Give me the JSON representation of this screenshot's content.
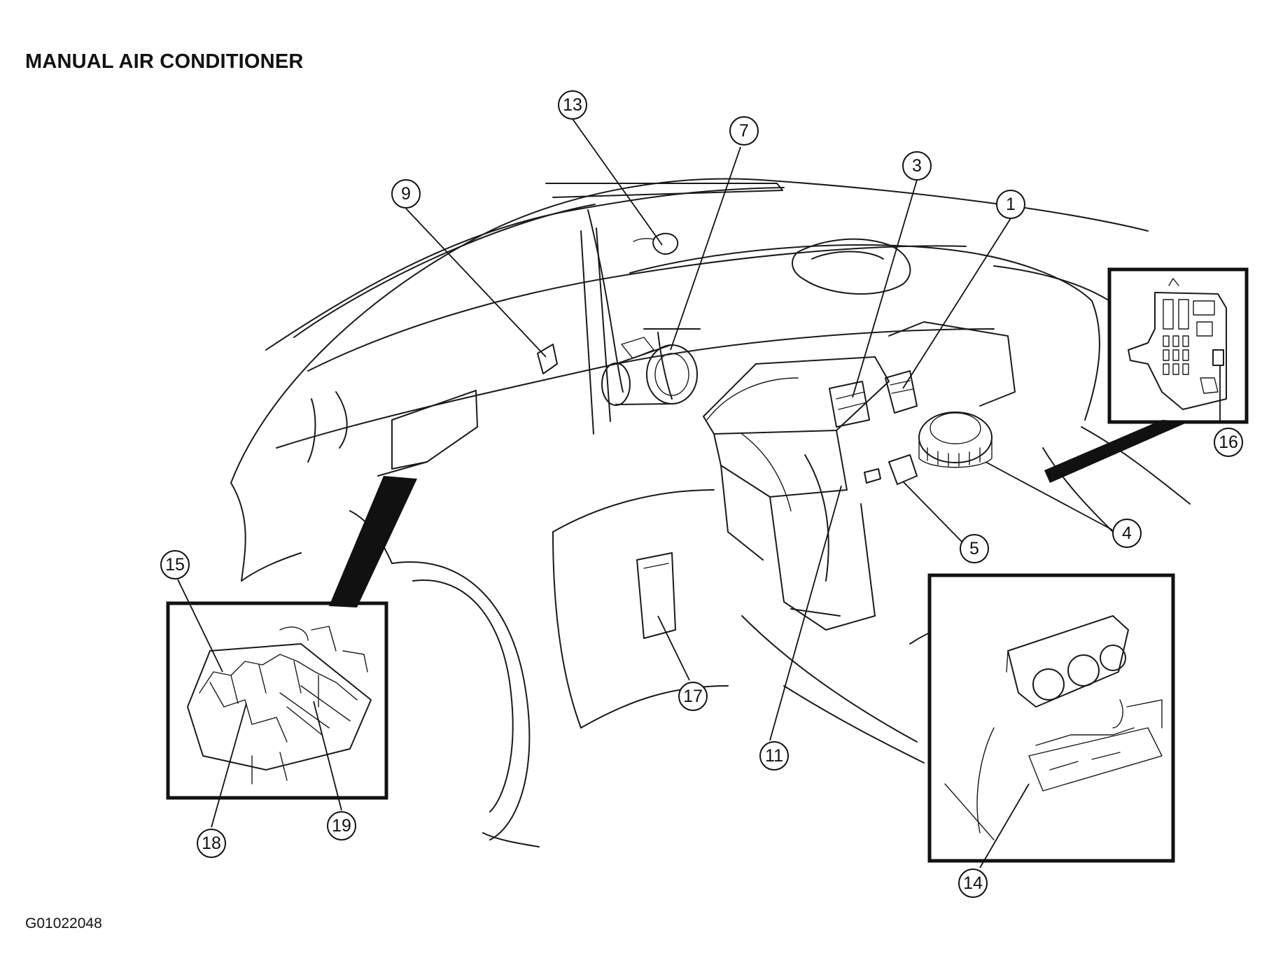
{
  "title": "MANUAL AIR CONDITIONER",
  "figure_id": "G01022048",
  "callouts": [
    {
      "id": "1",
      "label": "1"
    },
    {
      "id": "3",
      "label": "3"
    },
    {
      "id": "4",
      "label": "4"
    },
    {
      "id": "5",
      "label": "5"
    },
    {
      "id": "7",
      "label": "7"
    },
    {
      "id": "9",
      "label": "9"
    },
    {
      "id": "11",
      "label": "11"
    },
    {
      "id": "13",
      "label": "13"
    },
    {
      "id": "14",
      "label": "14"
    },
    {
      "id": "15",
      "label": "15"
    },
    {
      "id": "16",
      "label": "16"
    },
    {
      "id": "17",
      "label": "17"
    },
    {
      "id": "18",
      "label": "18"
    },
    {
      "id": "19",
      "label": "19"
    }
  ],
  "insets": [
    "under-hood-junction-box",
    "passenger-junction-box",
    "climate-control-panel"
  ]
}
